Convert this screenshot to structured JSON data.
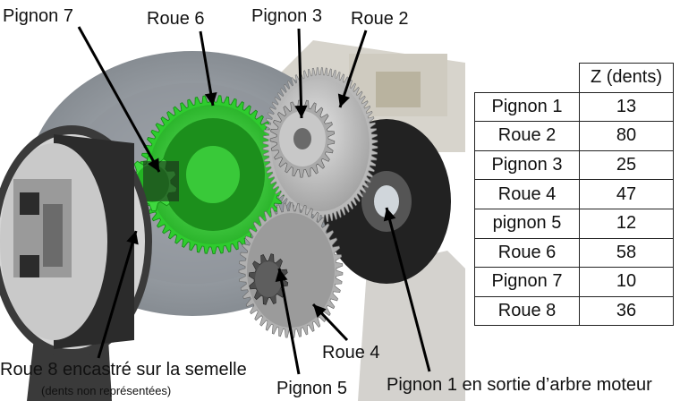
{
  "labels": {
    "pignon7": "Pignon 7",
    "roue6": "Roue 6",
    "pignon3": "Pignon 3",
    "roue2": "Roue 2",
    "roue4": "Roue 4",
    "roue8": "Roue 8 encastré sur la semelle",
    "roue8_note": "(dents non représentées)",
    "pignon5": "Pignon 5",
    "pignon1": "Pignon 1 en sortie d’arbre moteur"
  },
  "table": {
    "header": "Z (dents)",
    "rows": [
      {
        "name": "Pignon 1",
        "z": "13"
      },
      {
        "name": "Roue 2",
        "z": "80"
      },
      {
        "name": "Pignon 3",
        "z": "25"
      },
      {
        "name": "Roue 4",
        "z": "47"
      },
      {
        "name": "pignon 5",
        "z": "12"
      },
      {
        "name": "Roue 6",
        "z": "58"
      },
      {
        "name": "Pignon 7",
        "z": "10"
      },
      {
        "name": "Roue 8",
        "z": "36"
      }
    ]
  },
  "colors": {
    "green_gear": "#2ecc2e",
    "grey_disc": "#8e9399",
    "gear_grey": "#b8b8b8",
    "dark_disc": "#1e1e1e"
  }
}
